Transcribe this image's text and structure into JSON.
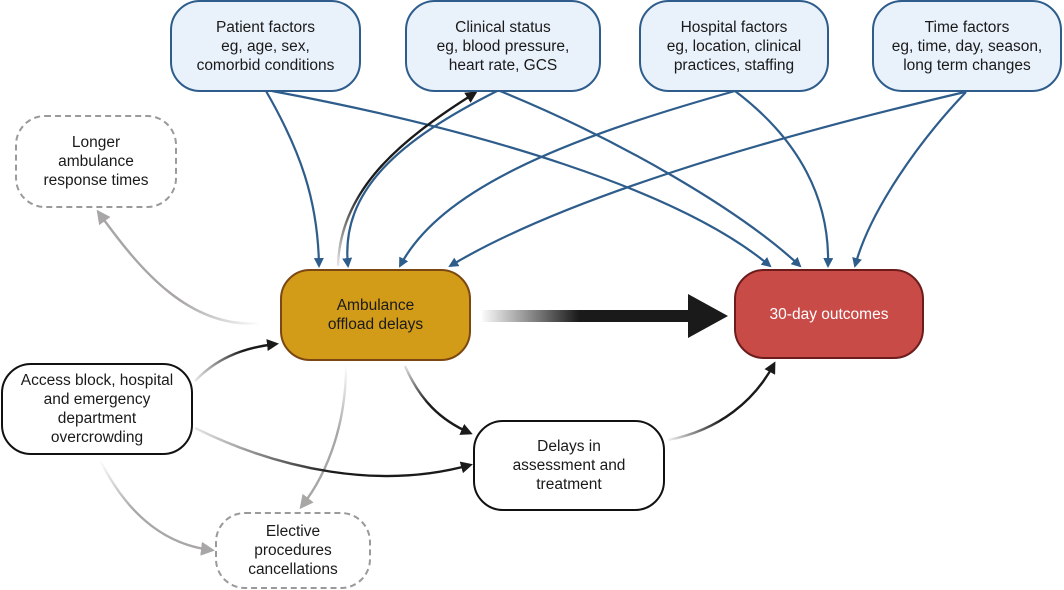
{
  "diagram": {
    "type": "causal-diagram",
    "nodes": {
      "patient_factors": {
        "title": "Patient factors",
        "detail": "eg, age, sex,\ncomorbid conditions",
        "category": "confounder"
      },
      "clinical_status": {
        "title": "Clinical status",
        "detail": "eg, blood pressure,\nheart rate, GCS",
        "category": "confounder"
      },
      "hospital_factors": {
        "title": "Hospital factors",
        "detail": "eg, location, clinical\npractices, staffing",
        "category": "confounder"
      },
      "time_factors": {
        "title": "Time factors",
        "detail": "eg, time, day, season,\nlong term changes",
        "category": "confounder"
      },
      "longer_response": {
        "label": "Longer\nambulance\nresponse times",
        "category": "secondary-outcome"
      },
      "offload_delays": {
        "label": "Ambulance\noffload delays",
        "category": "exposure"
      },
      "outcomes": {
        "label": "30-day outcomes",
        "category": "outcome"
      },
      "access_block": {
        "label": "Access block, hospital\nand emergency\ndepartment\novercrowding",
        "category": "cause"
      },
      "assessment_delays": {
        "label": "Delays  in\nassessment and\ntreatment",
        "category": "mediator"
      },
      "elective_cancellations": {
        "label": "Elective\nprocedures\ncancellations",
        "category": "secondary-outcome"
      }
    },
    "edges": [
      {
        "from": "patient_factors",
        "to": "offload_delays",
        "style": "confounder"
      },
      {
        "from": "patient_factors",
        "to": "outcomes",
        "style": "confounder"
      },
      {
        "from": "clinical_status",
        "to": "offload_delays",
        "style": "confounder"
      },
      {
        "from": "clinical_status",
        "to": "outcomes",
        "style": "confounder"
      },
      {
        "from": "hospital_factors",
        "to": "offload_delays",
        "style": "confounder"
      },
      {
        "from": "hospital_factors",
        "to": "outcomes",
        "style": "confounder"
      },
      {
        "from": "time_factors",
        "to": "offload_delays",
        "style": "confounder"
      },
      {
        "from": "time_factors",
        "to": "outcomes",
        "style": "confounder"
      },
      {
        "from": "offload_delays",
        "to": "clinical_status",
        "style": "causal"
      },
      {
        "from": "offload_delays",
        "to": "outcomes",
        "style": "main-effect"
      },
      {
        "from": "offload_delays",
        "to": "longer_response",
        "style": "secondary"
      },
      {
        "from": "offload_delays",
        "to": "assessment_delays",
        "style": "causal"
      },
      {
        "from": "offload_delays",
        "to": "elective_cancellations",
        "style": "secondary"
      },
      {
        "from": "access_block",
        "to": "offload_delays",
        "style": "causal"
      },
      {
        "from": "access_block",
        "to": "assessment_delays",
        "style": "causal"
      },
      {
        "from": "access_block",
        "to": "elective_cancellations",
        "style": "secondary"
      },
      {
        "from": "assessment_delays",
        "to": "outcomes",
        "style": "causal"
      }
    ],
    "colors": {
      "confounder_fill": "#e9f1fb",
      "confounder_line": "#2e5d8c",
      "exposure_fill": "#d29c18",
      "outcome_fill": "#c94b48",
      "causal_line": "#1a1a1a",
      "secondary_line": "#a9a7a5"
    }
  }
}
